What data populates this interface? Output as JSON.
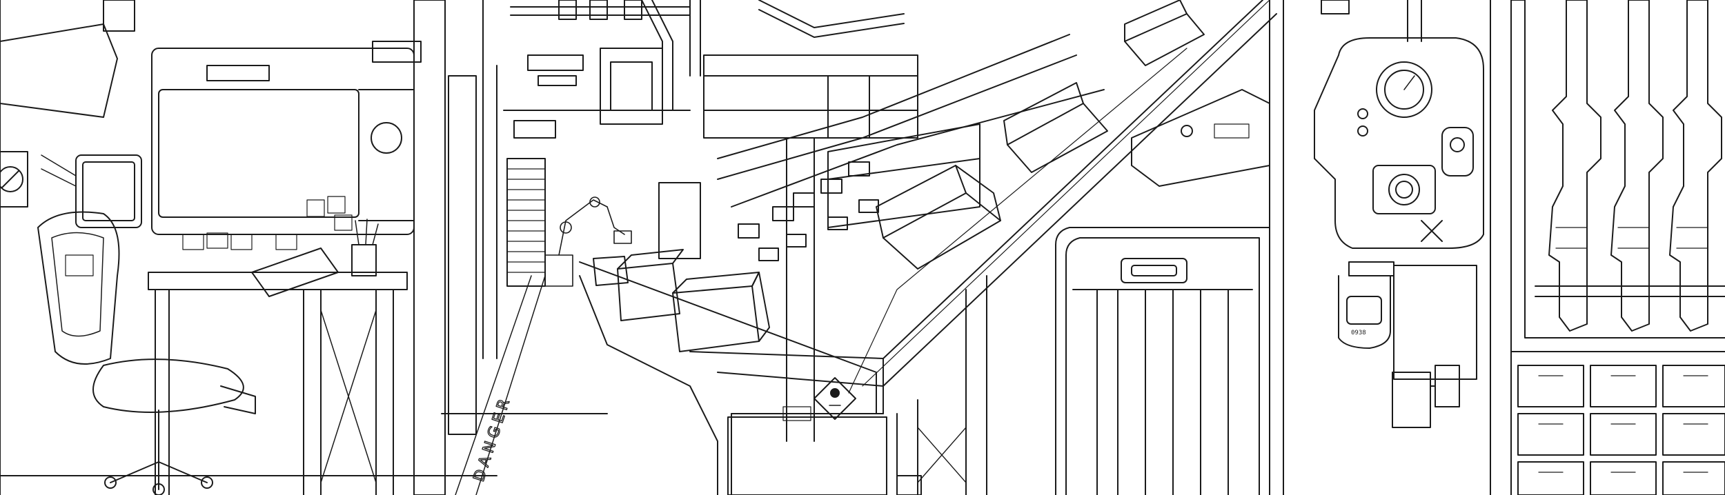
{
  "scene": {
    "title": "",
    "style": "black-and-white line art",
    "ink_color": "#1a1a1a",
    "paper_color": "#ffffff"
  },
  "floor_marking": {
    "text": "DANGER"
  },
  "labels": {
    "hazard_label_code": "",
    "device_label_code": "0938"
  }
}
